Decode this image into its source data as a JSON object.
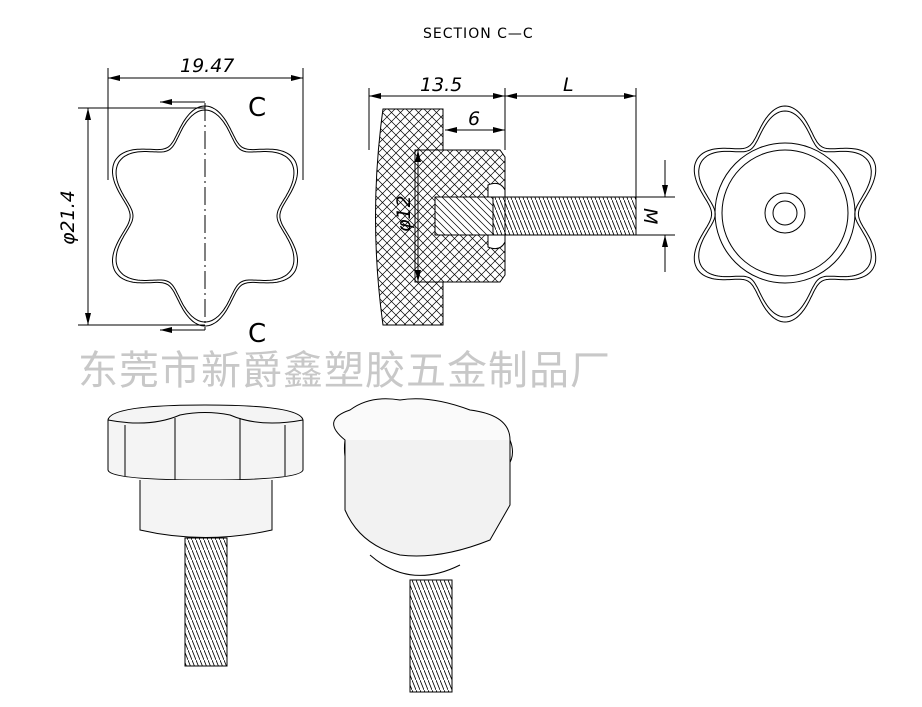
{
  "title": "SECTION C—C",
  "dimensions": {
    "width": "19.47",
    "diameter": "φ21.4",
    "head_length": "13.5",
    "thread_length": "L",
    "hub_length": "6",
    "hub_diameter": "φ12",
    "thread_size": "M"
  },
  "section_marks": [
    "C",
    "C"
  ],
  "watermark": "东莞市新爵鑫塑胶五金制品厂"
}
